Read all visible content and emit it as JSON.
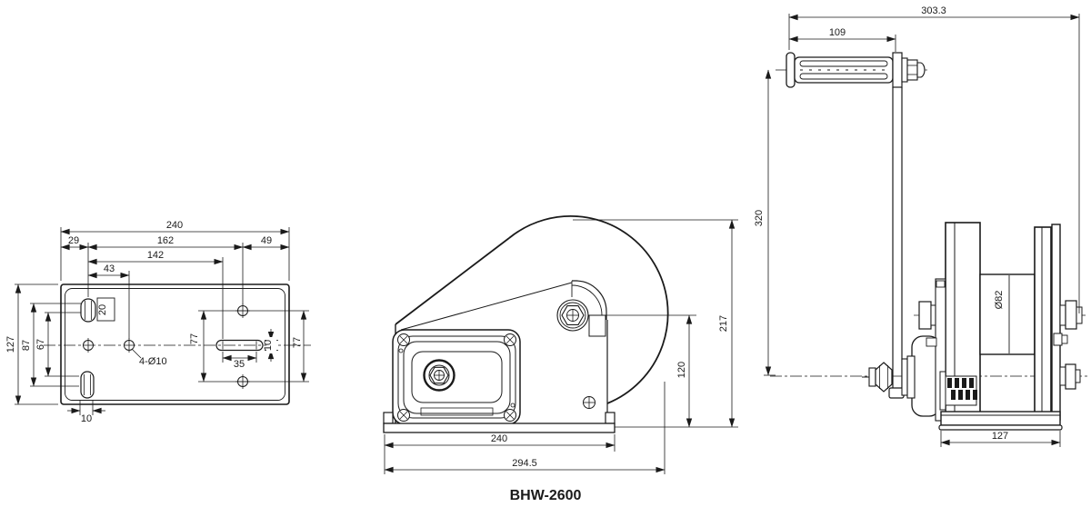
{
  "title": "BHW-2600",
  "views": {
    "top": {
      "overall_width": "240",
      "edge_to_slot": "29",
      "hole_span": "162",
      "right_margin": "49",
      "slot_span": "142",
      "hole_pitch": "43",
      "plate_depth": "127",
      "slot_offset_a": "87",
      "slot_offset_b": "67",
      "slot_length": "20",
      "holes_callout": "4-Ø10",
      "pattern_height_left": "77",
      "pattern_height_right": "77",
      "slot_right_length": "35",
      "slot_right_width": "10",
      "slot_bottom_width": "10"
    },
    "side": {
      "base_width": "240",
      "overall_length": "294.5",
      "overall_height": "217",
      "axle_height": "120"
    },
    "front": {
      "overall_width": "303.3",
      "grip_length": "109",
      "handle_length": "320",
      "drum_diameter": "Ø82",
      "base_width": "127"
    }
  }
}
